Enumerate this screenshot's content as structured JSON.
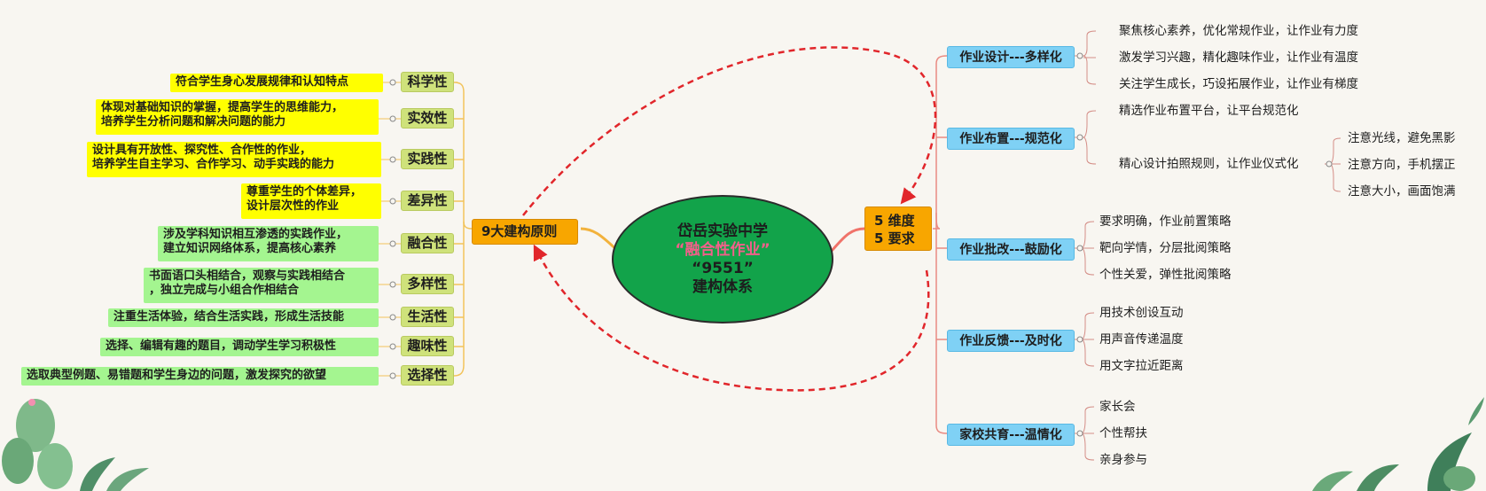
{
  "center": {
    "line1": "岱岳实验中学",
    "line2": "“融合性作业”",
    "line3": "“9551”",
    "line4": "建构体系"
  },
  "left_hub": "9大建构原则",
  "right_hub": {
    "line1": "5 维度",
    "line2": "5 要求"
  },
  "principles": [
    {
      "name": "科学性",
      "desc": [
        "符合学生身心发展规律和认知特点"
      ]
    },
    {
      "name": "实效性",
      "desc": [
        "体现对基础知识的掌握，提高学生的思维能力，",
        "培养学生分析问题和解决问题的能力"
      ]
    },
    {
      "name": "实践性",
      "desc": [
        "设计具有开放性、探究性、合作性的作业，",
        "培养学生自主学习、合作学习、动手实践的能力"
      ]
    },
    {
      "name": "差异性",
      "desc": [
        "尊重学生的个体差异，",
        "设计层次性的作业"
      ]
    },
    {
      "name": "融合性",
      "desc": [
        "涉及学科知识相互渗透的实践作业，",
        "建立知识网络体系，提高核心素养"
      ]
    },
    {
      "name": "多样性",
      "desc": [
        "书面语口头相结合，观察与实践相结合",
        "，独立完成与小组合作相结合"
      ]
    },
    {
      "name": "生活性",
      "desc": [
        "注重生活体验，结合生活实践，形成生活技能"
      ]
    },
    {
      "name": "趣味性",
      "desc": [
        "选择、编辑有趣的题目，调动学生学习积极性"
      ]
    },
    {
      "name": "选择性",
      "desc": [
        "选取典型例题、易错题和学生身边的问题，激发探究的欲望"
      ]
    }
  ],
  "dimensions": [
    {
      "name": "作业设计---多样化",
      "items": [
        "聚焦核心素养，优化常规作业，让作业有力度",
        "激发学习兴趣，精化趣味作业，让作业有温度",
        "关注学生成长，巧设拓展作业，让作业有梯度"
      ]
    },
    {
      "name": "作业布置---规范化",
      "items": [
        "精选作业布置平台，让平台规范化",
        "精心设计拍照规则，让作业仪式化"
      ],
      "sub_items": [
        "注意光线，避免黑影",
        "注意方向，手机摆正",
        "注意大小，画面饱满"
      ]
    },
    {
      "name": "作业批改---鼓励化",
      "items": [
        "要求明确，作业前置策略",
        "靶向学情，分层批阅策略",
        "个性关爱，弹性批阅策略"
      ]
    },
    {
      "name": "作业反馈---及时化",
      "items": [
        "用技术创设互动",
        "用声音传递温度",
        "用文字拉近距离"
      ]
    },
    {
      "name": "家校共育---温情化",
      "items": [
        "家长会",
        "个性帮扶",
        "亲身参与"
      ]
    }
  ],
  "colors": {
    "center": "#12a34a",
    "hub": "#f8a600",
    "principle": "#cfe27b",
    "dimension": "#7fd1f5",
    "cycle_arrow": "#e1262b"
  }
}
